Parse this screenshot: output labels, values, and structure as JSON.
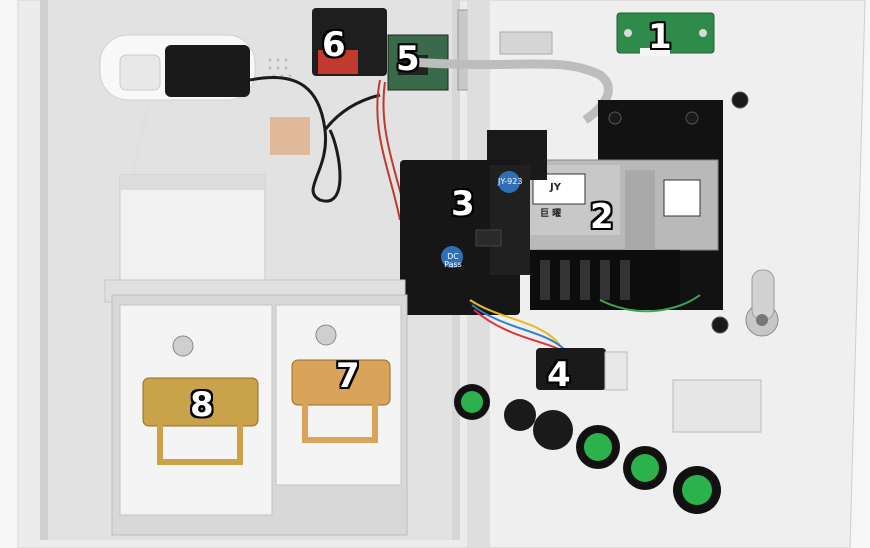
{
  "callouts": [
    "1",
    "2",
    "3",
    "4",
    "5",
    "6",
    "7",
    "8"
  ],
  "device_text": {
    "validator_badge": "JY-923",
    "dc_sticker": "DC Pass",
    "printer_logo": "JY",
    "printer_chinese": "巨 曜"
  },
  "colors": {
    "cabinet": "#f2f2f2",
    "interior": "#e6e6e6",
    "door": "#efefef",
    "device_black": "#151515",
    "button_green": "#2bb24c",
    "handle_brass": "#c9a24a",
    "pcb_green": "#2e8b4a",
    "label_bg": "#ffffff"
  }
}
